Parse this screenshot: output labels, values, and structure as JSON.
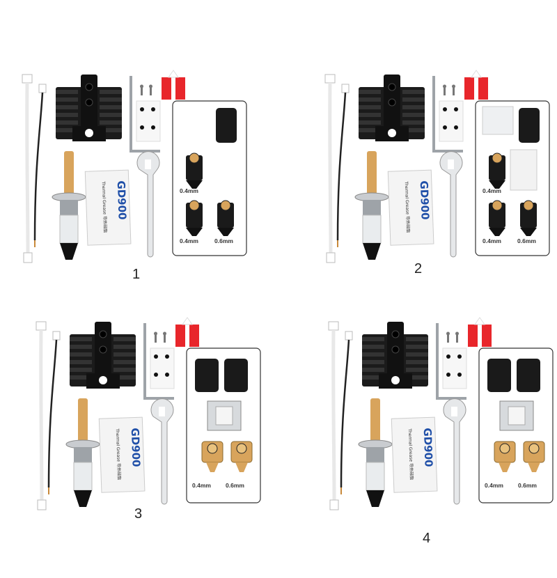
{
  "panels": [
    {
      "id": "p1",
      "number": "1",
      "sock_count": 1,
      "nozzle_style": "black",
      "has_clip": false,
      "has_extra_pack": false,
      "nozzle_labels": [
        "0.4mm",
        "0.4mm",
        "0.6mm"
      ]
    },
    {
      "id": "p2",
      "number": "2",
      "sock_count": 1,
      "nozzle_style": "black",
      "has_clip": false,
      "has_extra_pack": true,
      "nozzle_labels": [
        "0.4mm",
        "0.4mm",
        "0.6mm"
      ]
    },
    {
      "id": "p3",
      "number": "3",
      "sock_count": 2,
      "nozzle_style": "brass",
      "has_clip": true,
      "has_extra_pack": false,
      "nozzle_labels": [
        "0.4mm",
        "0.6mm"
      ]
    },
    {
      "id": "p4",
      "number": "4",
      "sock_count": 2,
      "nozzle_style": "brass",
      "has_clip": true,
      "has_extra_pack": false,
      "nozzle_labels": [
        "0.4mm",
        "0.6mm"
      ]
    }
  ],
  "thermal_paste": {
    "brand": "GD900",
    "subtext": "Thermal Grease 导热硅脂"
  },
  "colors": {
    "heatsink": "#1b1b1b",
    "brass": "#d8a45c",
    "gift_red": "#e8262b",
    "silver": "#c9ccd0"
  }
}
